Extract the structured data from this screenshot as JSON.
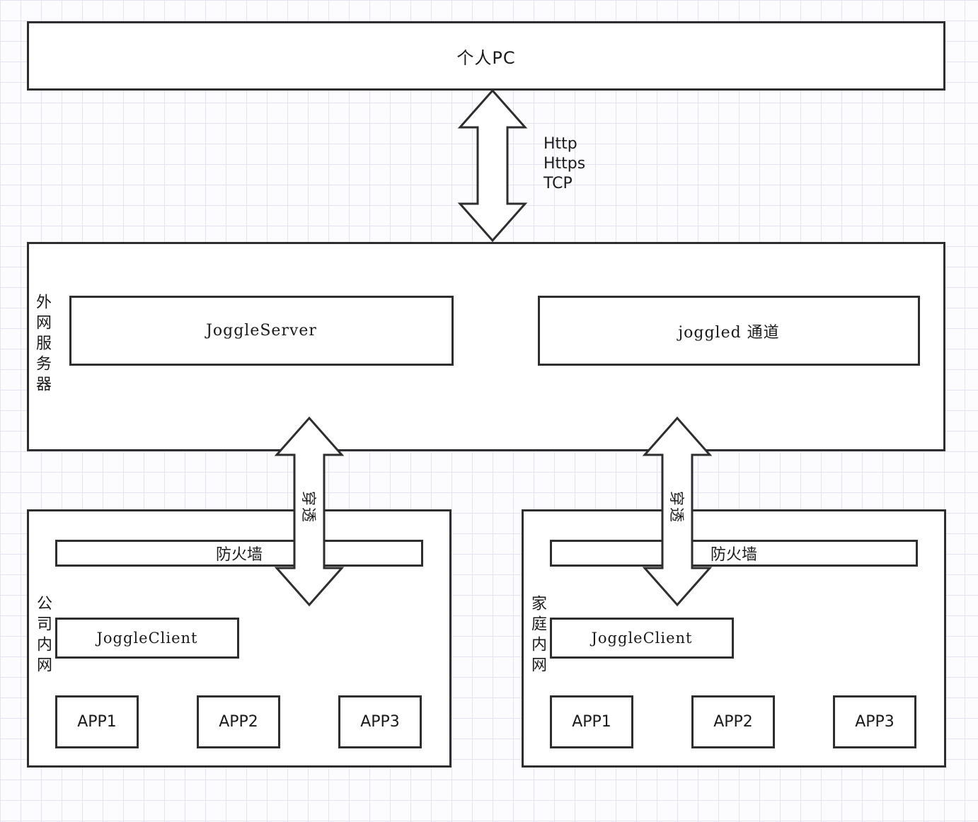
{
  "colors": {
    "line": "#2e2e2e",
    "grid": "#e3e3f2",
    "box_fill": "#ffffff"
  },
  "top_box": {
    "label": "个人PC"
  },
  "pc_server_link": {
    "protocols": [
      "Http",
      "Https",
      "TCP"
    ]
  },
  "server_box": {
    "side_label": "外网服务器",
    "joggle_server_label": "JoggleServer",
    "joggled_channel_label": "joggled 通道"
  },
  "company_link": {
    "label": "穿透"
  },
  "home_link": {
    "label": "穿透"
  },
  "company_box": {
    "side_label": "公司内网",
    "firewall_label": "防火墙",
    "client_label": "JoggleClient",
    "apps": [
      "APP1",
      "APP2",
      "APP3"
    ]
  },
  "home_box": {
    "side_label": "家庭内网",
    "firewall_label": "防火墙",
    "client_label": "JoggleClient",
    "apps": [
      "APP1",
      "APP2",
      "APP3"
    ]
  }
}
